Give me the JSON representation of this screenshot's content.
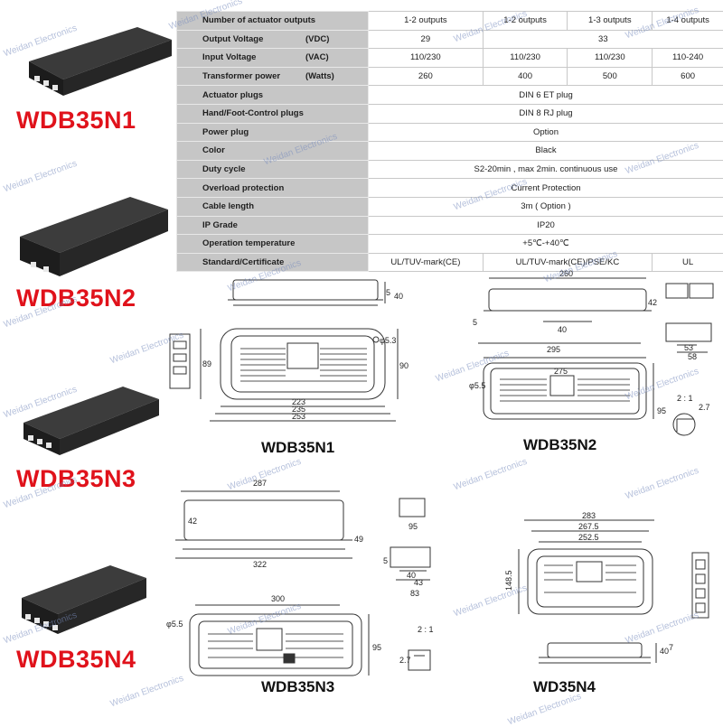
{
  "products": [
    {
      "label": "WDB35N1"
    },
    {
      "label": "WDB35N2"
    },
    {
      "label": "WDB35N3"
    },
    {
      "label": "WDB35N4"
    }
  ],
  "spec_table": {
    "rows": [
      {
        "label": "Number of actuator outputs",
        "unit": "",
        "cells": [
          "1-2 outputs",
          "1-2 outputs",
          "1-3 outputs",
          "1-4 outputs"
        ]
      },
      {
        "label": "Output Voltage",
        "unit": "(VDC)",
        "cells": [
          "29",
          "33"
        ]
      },
      {
        "label": "Input Voltage",
        "unit": "(VAC)",
        "cells": [
          "110/230",
          "110/230",
          "110/230",
          "110-240"
        ]
      },
      {
        "label": "Transformer power",
        "unit": "(Watts)",
        "cells": [
          "260",
          "400",
          "500",
          "600"
        ]
      },
      {
        "label": "Actuator plugs",
        "unit": "",
        "cells": [
          "DIN 6 ET plug"
        ]
      },
      {
        "label": "Hand/Foot-Control plugs",
        "unit": "",
        "cells": [
          "DIN 8 RJ plug"
        ]
      },
      {
        "label": "Power plug",
        "unit": "",
        "cells": [
          "Option"
        ]
      },
      {
        "label": "Color",
        "unit": "",
        "cells": [
          "Black"
        ]
      },
      {
        "label": "Duty cycle",
        "unit": "",
        "cells": [
          "S2-20min , max 2min. continuous use"
        ]
      },
      {
        "label": "Overload protection",
        "unit": "",
        "cells": [
          "Current Protection"
        ]
      },
      {
        "label": "Cable length",
        "unit": "",
        "cells": [
          "3m ( Option )"
        ]
      },
      {
        "label": "IP Grade",
        "unit": "",
        "cells": [
          "IP20"
        ]
      },
      {
        "label": "Operation temperature",
        "unit": "",
        "cells": [
          "+5℃-+40℃"
        ]
      },
      {
        "label": "Standard/Certificate",
        "unit": "",
        "cells": [
          "UL/TUV-mark(CE)",
          "UL/TUV-mark(CE)/PSE/KC",
          "UL"
        ]
      }
    ]
  },
  "drawings": {
    "n1": {
      "caption": "WDB35N1",
      "dims": [
        "5",
        "40",
        "89",
        "φ5.3",
        "90",
        "223",
        "235",
        "253"
      ]
    },
    "n2": {
      "caption": "WDB35N2",
      "dims": [
        "260",
        "42",
        "5",
        "40",
        "53",
        "58",
        "295",
        "275",
        "φ5.5",
        "95",
        "2 : 1",
        "2.7"
      ]
    },
    "n3": {
      "caption": "WDB35N3",
      "dims": [
        "287",
        "42",
        "49",
        "95",
        "322",
        "5",
        "40",
        "43",
        "83",
        "300",
        "φ5.5",
        "95",
        "2 : 1",
        "2.7"
      ]
    },
    "n4": {
      "caption": "WD35N4",
      "dims": [
        "283",
        "267.5",
        "252.5",
        "148.5",
        "40",
        "7"
      ]
    }
  },
  "watermark": "Weidan Electronics"
}
